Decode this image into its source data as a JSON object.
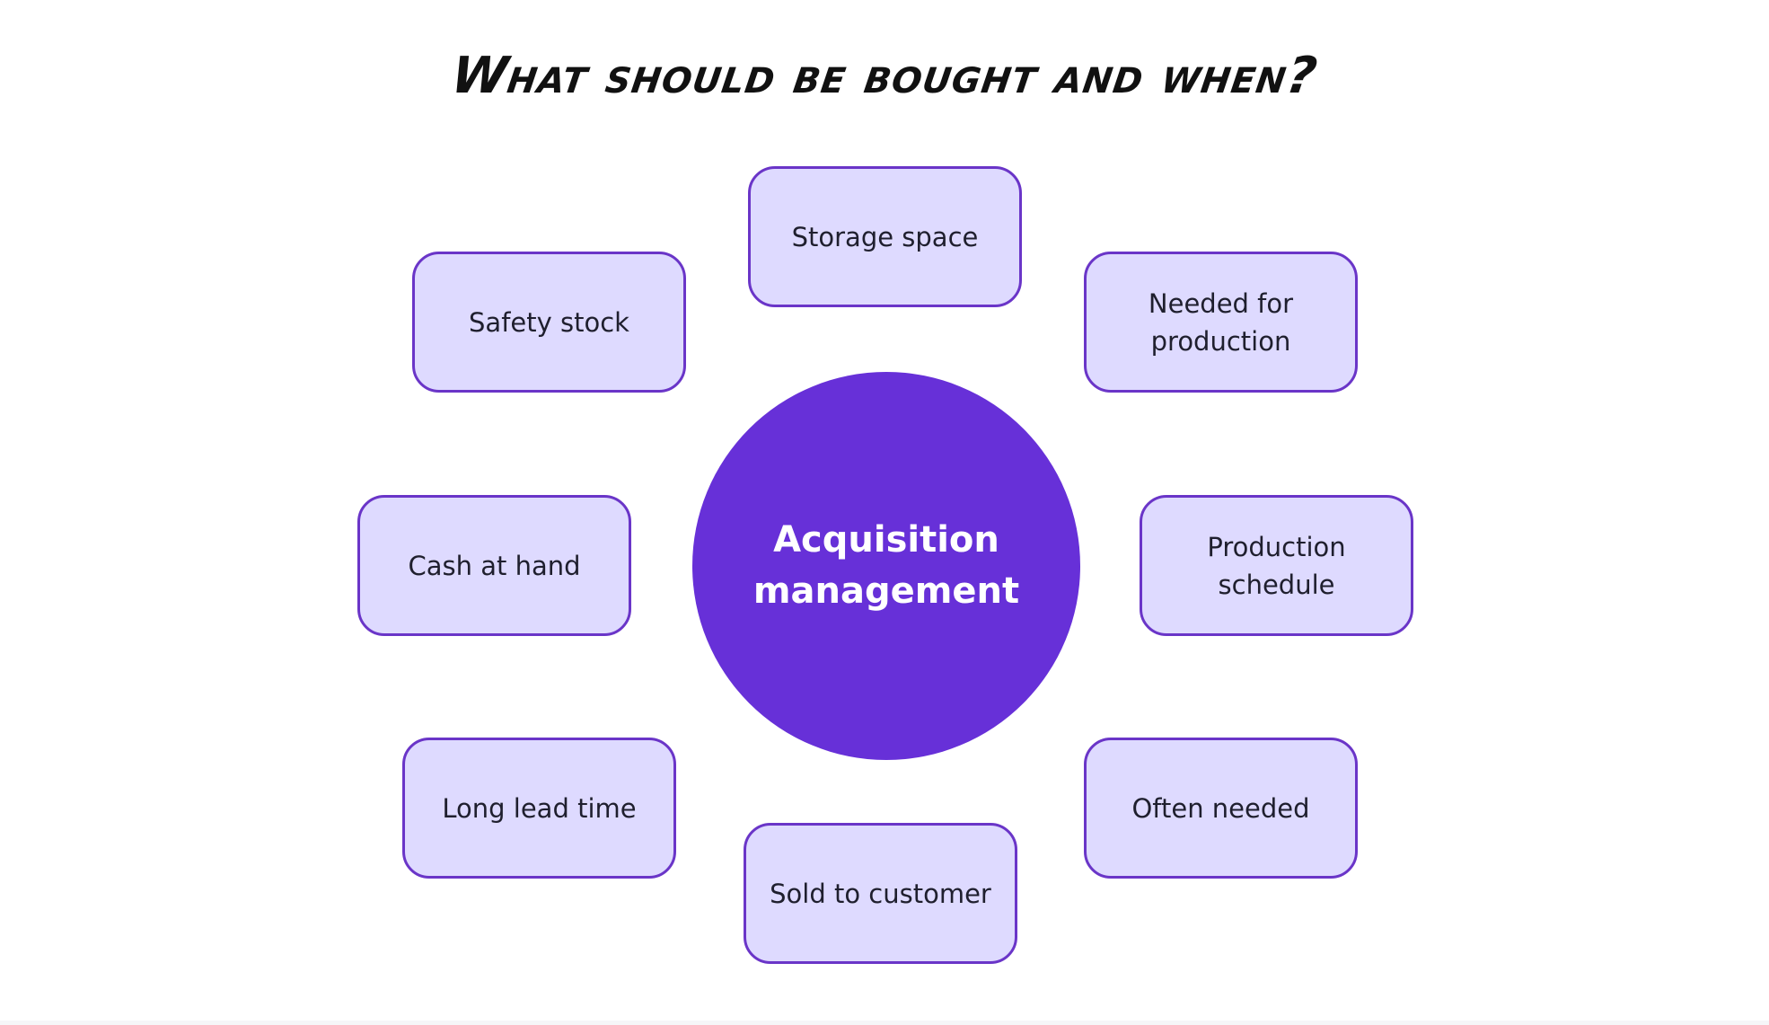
{
  "title": "What should be bought and when?",
  "colors": {
    "hub_fill": "#6730d8",
    "node_fill": "#dedaff",
    "node_border": "#6a35c8"
  },
  "hub": {
    "label": "Acquisition management"
  },
  "nodes": [
    {
      "label": "Storage space"
    },
    {
      "label": "Needed for production"
    },
    {
      "label": "Production schedule"
    },
    {
      "label": "Often needed"
    },
    {
      "label": "Sold to customer"
    },
    {
      "label": "Long lead time"
    },
    {
      "label": "Cash at hand"
    },
    {
      "label": "Safety stock"
    }
  ]
}
